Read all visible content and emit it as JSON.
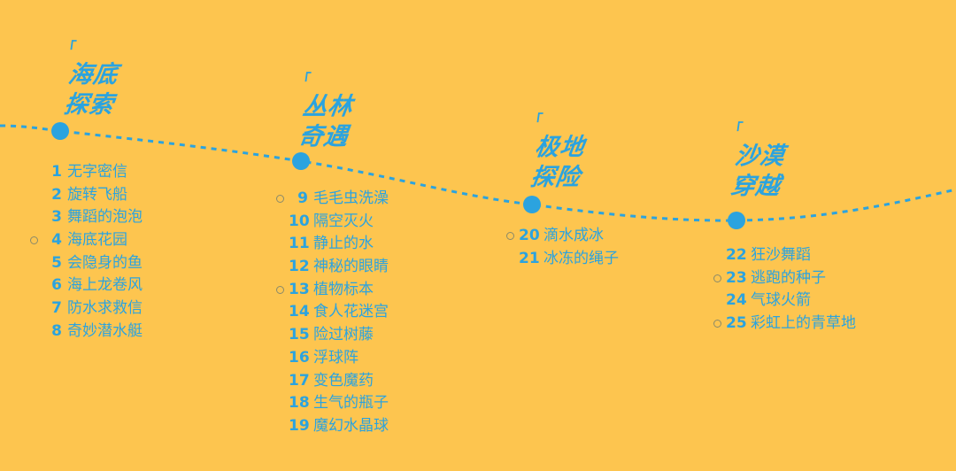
{
  "colors": {
    "background": "#FDC54F",
    "accent": "#2BA3DF"
  },
  "sections": [
    {
      "title_line1": "海底",
      "title_line2": "探索",
      "bracket": "「",
      "items": [
        {
          "num": "1",
          "text": "无字密信"
        },
        {
          "num": "2",
          "text": "旋转飞船"
        },
        {
          "num": "3",
          "text": "舞蹈的泡泡"
        },
        {
          "num": "4",
          "text": "海底花园",
          "marked": true
        },
        {
          "num": "5",
          "text": "会隐身的鱼"
        },
        {
          "num": "6",
          "text": "海上龙卷风"
        },
        {
          "num": "7",
          "text": "防水求救信"
        },
        {
          "num": "8",
          "text": "奇妙潜水艇"
        }
      ]
    },
    {
      "title_line1": "丛林",
      "title_line2": "奇遇",
      "bracket": "「",
      "items": [
        {
          "num": "9",
          "text": "毛毛虫洗澡",
          "marked": true
        },
        {
          "num": "10",
          "text": "隔空灭火"
        },
        {
          "num": "11",
          "text": "静止的水"
        },
        {
          "num": "12",
          "text": "神秘的眼睛"
        },
        {
          "num": "13",
          "text": "植物标本",
          "marked": true
        },
        {
          "num": "14",
          "text": "食人花迷宫"
        },
        {
          "num": "15",
          "text": "险过树藤"
        },
        {
          "num": "16",
          "text": "浮球阵"
        },
        {
          "num": "17",
          "text": "变色魔药"
        },
        {
          "num": "18",
          "text": "生气的瓶子"
        },
        {
          "num": "19",
          "text": "魔幻水晶球"
        }
      ]
    },
    {
      "title_line1": "极地",
      "title_line2": "探险",
      "bracket": "「",
      "items": [
        {
          "num": "20",
          "text": "滴水成冰",
          "marked": true
        },
        {
          "num": "21",
          "text": "冰冻的绳子"
        }
      ]
    },
    {
      "title_line1": "沙漠",
      "title_line2": "穿越",
      "bracket": "「",
      "items": [
        {
          "num": "22",
          "text": "狂沙舞蹈"
        },
        {
          "num": "23",
          "text": "逃跑的种子",
          "marked": true
        },
        {
          "num": "24",
          "text": "气球火箭"
        },
        {
          "num": "25",
          "text": "彩虹上的青草地",
          "marked": true
        }
      ]
    }
  ]
}
